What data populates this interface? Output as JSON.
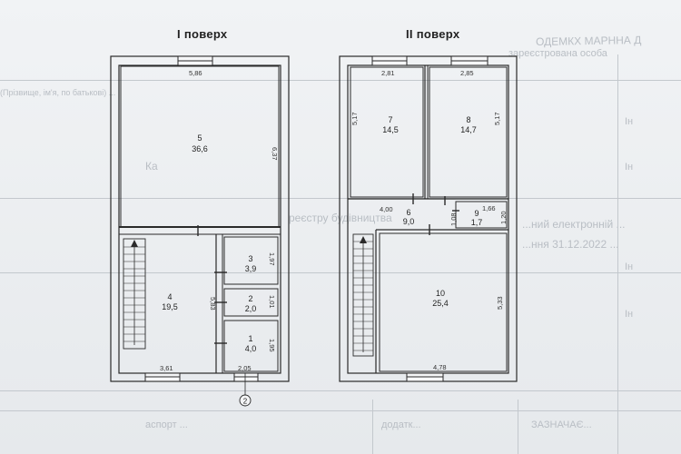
{
  "background_text": {
    "top_fragment": "...",
    "header_right": "ОДЕМКХ МАРННА Д",
    "header_right2": "зареєстрована особа",
    "lines": [
      "Ка",
      "(Прізвище, ім'я, по батькові) ...",
      "реєстру будівництва",
      "...ний електронній ...",
      "...ння 31.12.2022 ..."
    ],
    "col_right": [
      "Ін",
      "Ін",
      "Ін",
      "Ін"
    ],
    "bottom_row": [
      "аспорт ...",
      "...",
      "додатк...",
      "ЗАЗНАЧАЄ..."
    ]
  },
  "floors": [
    {
      "title": "І поверх",
      "rooms": [
        {
          "num": "5",
          "area": "36,6"
        },
        {
          "num": "4",
          "area": "19,5"
        },
        {
          "num": "3",
          "area": "3,9"
        },
        {
          "num": "2",
          "area": "2,0"
        },
        {
          "num": "1",
          "area": "4,0"
        }
      ],
      "dims": {
        "d586": "5,86",
        "d637": "6,37",
        "d583": "5,83",
        "d197": "1,97",
        "d101": "1,01",
        "d195": "1,95",
        "d361": "3,61",
        "d205": "2,05"
      },
      "axis_marker": "2"
    },
    {
      "title": "ІІ поверх",
      "rooms": [
        {
          "num": "7",
          "area": "14,5"
        },
        {
          "num": "8",
          "area": "14,7"
        },
        {
          "num": "6",
          "area": "9,0"
        },
        {
          "num": "9",
          "area": "1,7"
        },
        {
          "num": "10",
          "area": "25,4"
        }
      ],
      "dims": {
        "d281": "2,81",
        "d285": "2,85",
        "d517a": "5,17",
        "d517b": "5,17",
        "d400": "4,00",
        "d166": "1,66",
        "d108": "1,08",
        "d120": "1,20",
        "d533": "5,33",
        "d478": "4,78"
      }
    }
  ]
}
